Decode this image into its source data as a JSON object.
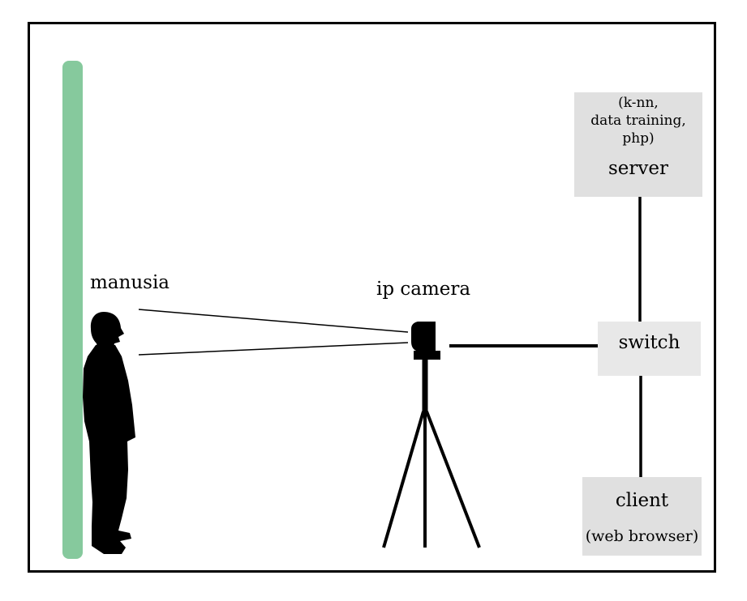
{
  "labels": {
    "person": "manusia",
    "camera": "ip camera"
  },
  "server": {
    "detail_line1": "(k-nn,",
    "detail_line2": "data training,",
    "detail_line3": "php)",
    "name": "server"
  },
  "switch": {
    "name": "switch"
  },
  "client": {
    "name": "client",
    "sub": "(web browser)"
  },
  "colors": {
    "wall": "#86c99d",
    "box": "#e0e0e0",
    "line": "#000000",
    "silhouette": "#000000"
  },
  "icons": [
    "person-silhouette-icon",
    "ip-camera-icon",
    "tripod-icon"
  ]
}
